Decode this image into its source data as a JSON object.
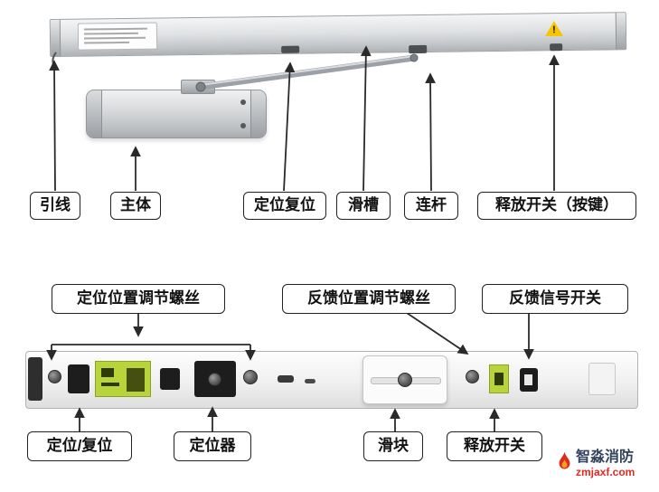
{
  "colors": {
    "accent_green": "#b8d43a",
    "warning_yellow": "#f7c600",
    "logo_red": "#e02b20",
    "logo_text": "#31425f",
    "line": "#2a2a2a"
  },
  "top_section": {
    "labels": {
      "lead_wire": "引线",
      "body": "主体",
      "position_reset": "定位复位",
      "slide_channel": "滑槽",
      "link_rod": "连杆",
      "release_switch": "释放开关（按键）"
    }
  },
  "bottom_section": {
    "labels_top": {
      "position_adjust_screw": "定位位置调节螺丝",
      "feedback_adjust_screw": "反馈位置调节螺丝",
      "feedback_signal_switch": "反馈信号开关"
    },
    "labels_bottom": {
      "position_reset": "定位/复位",
      "positioner": "定位器",
      "slider": "滑块",
      "release_switch": "释放开关"
    }
  },
  "icons": {
    "warning_glyph": "!"
  },
  "watermark": {
    "brand": "智淼消防",
    "url": "zmjaxf.com"
  }
}
